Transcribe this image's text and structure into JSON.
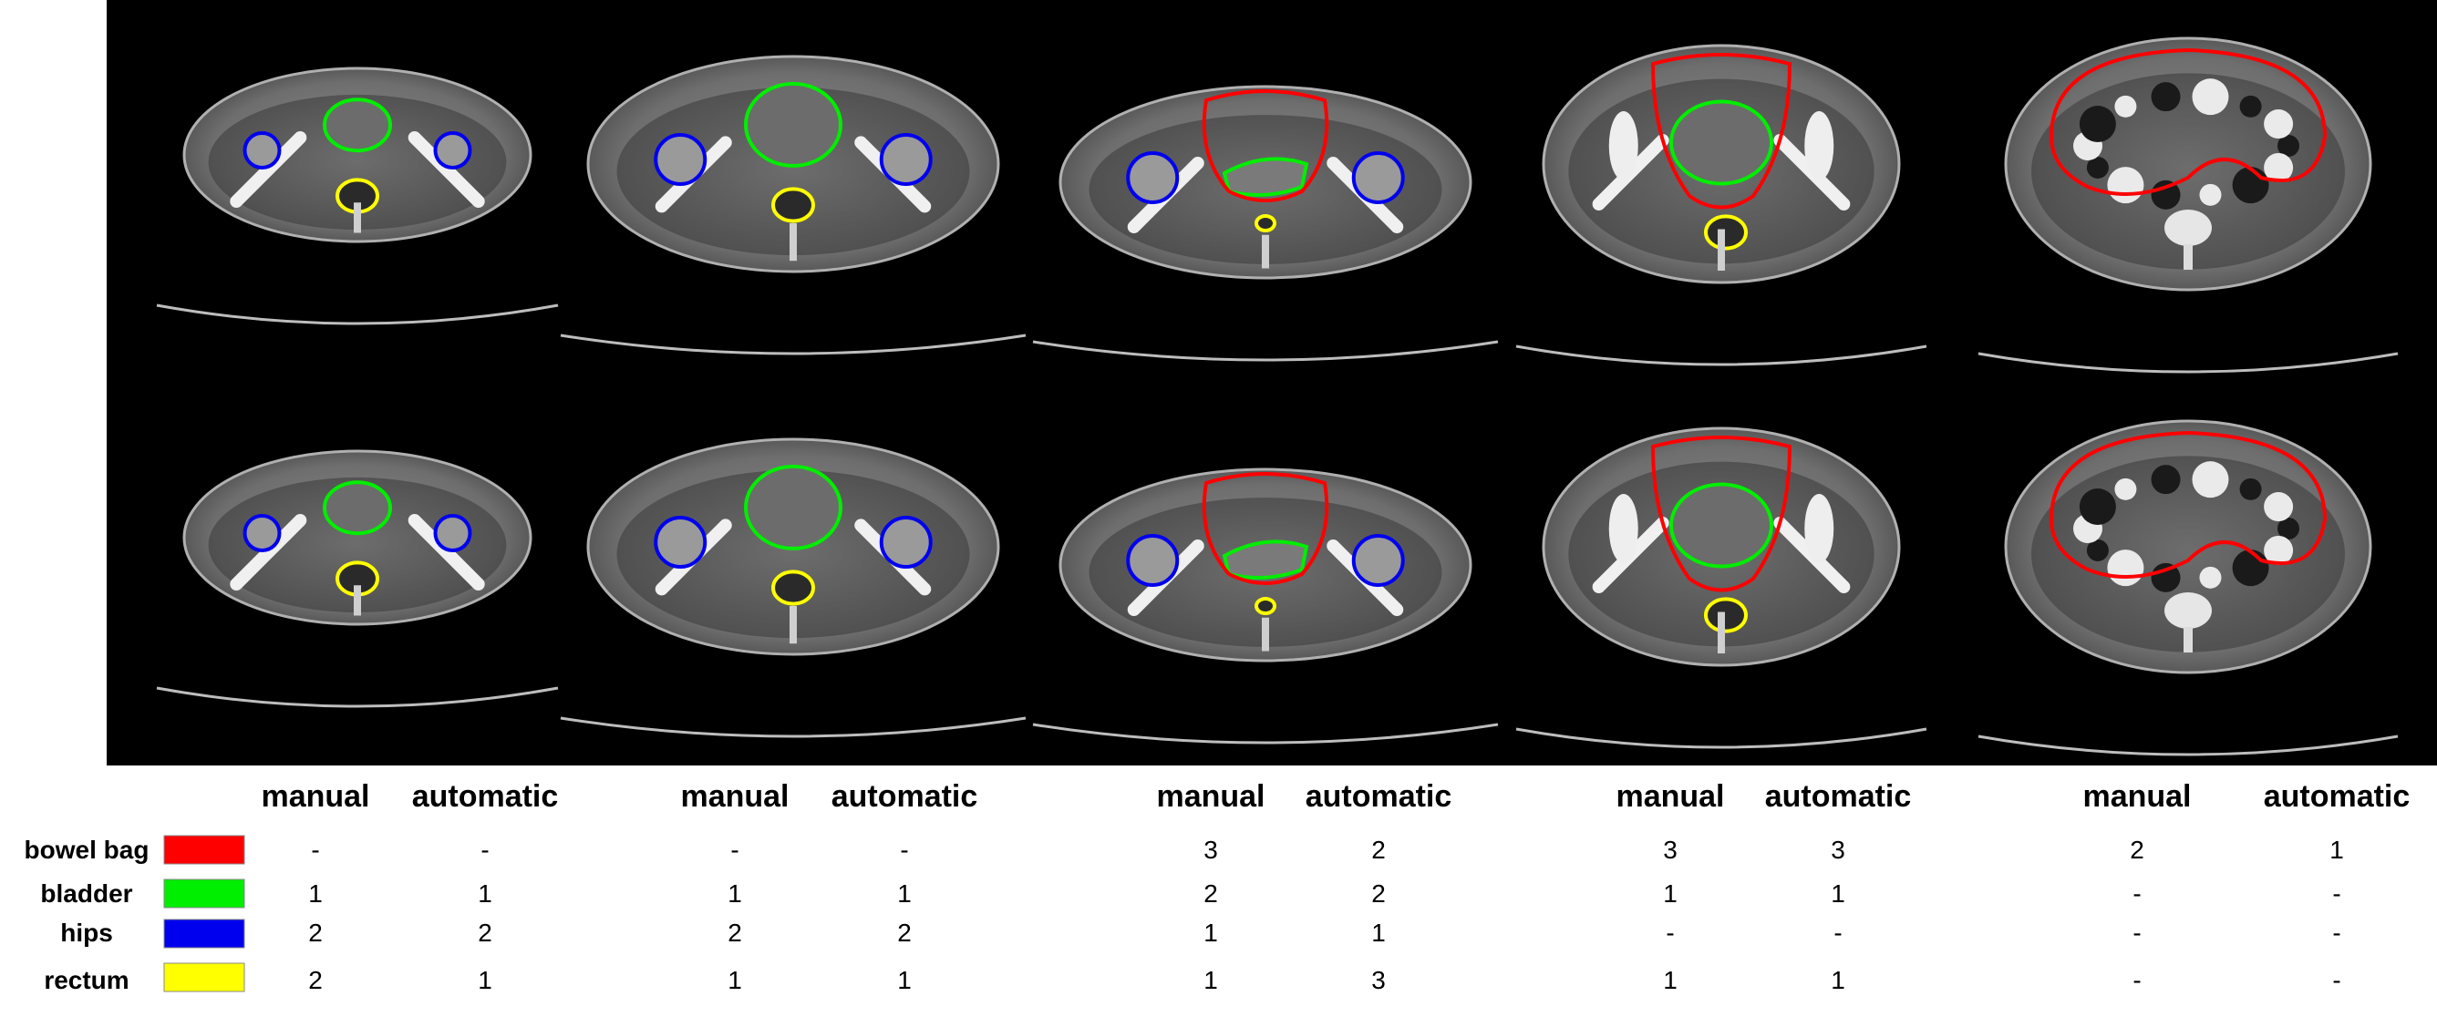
{
  "table": {
    "column_pairs": [
      {
        "manual": "manual",
        "automatic": "automatic"
      },
      {
        "manual": "manual",
        "automatic": "automatic"
      },
      {
        "manual": "manual",
        "automatic": "automatic"
      },
      {
        "manual": "manual",
        "automatic": "automatic"
      },
      {
        "manual": "manual",
        "automatic": "automatic"
      }
    ],
    "rows": [
      {
        "label": "bowel bag",
        "color": "#ff0000",
        "values": [
          "-",
          "-",
          "-",
          "-",
          "3",
          "2",
          "3",
          "3",
          "2",
          "1"
        ]
      },
      {
        "label": "bladder",
        "color": "#00ee00",
        "values": [
          "1",
          "1",
          "1",
          "1",
          "2",
          "2",
          "1",
          "1",
          "-",
          "-"
        ]
      },
      {
        "label": "hips",
        "color": "#0000ee",
        "values": [
          "2",
          "2",
          "2",
          "2",
          "1",
          "1",
          "-",
          "-",
          "-",
          "-"
        ]
      },
      {
        "label": "rectum",
        "color": "#ffff00",
        "values": [
          "2",
          "1",
          "1",
          "1",
          "1",
          "3",
          "1",
          "1",
          "-",
          "-"
        ]
      }
    ]
  },
  "colors": {
    "background": "#000000",
    "bowel_bag": "#ff0000",
    "bladder": "#00ee00",
    "hips": "#0000ee",
    "rectum": "#ffff00"
  }
}
